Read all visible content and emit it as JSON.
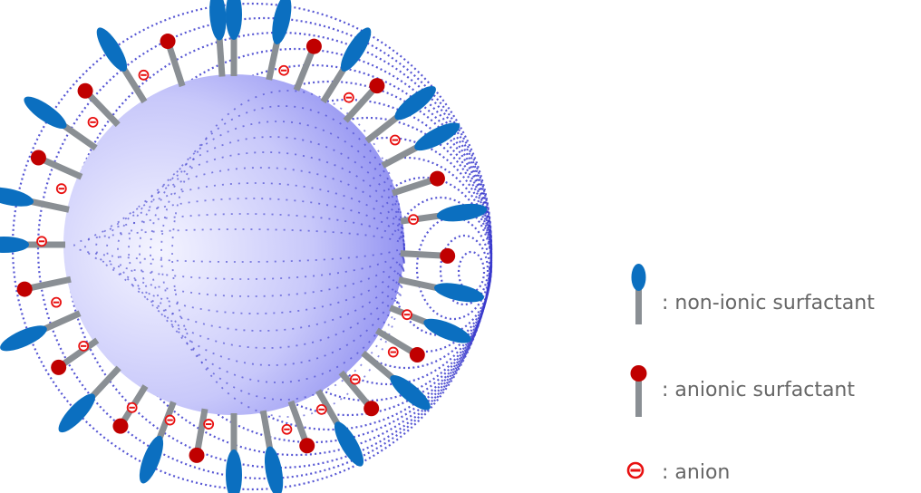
{
  "legend": {
    "nonionic_label": ": non-ionic surfactant",
    "anionic_label": ": anionic surfactant",
    "anion_label": ": anion"
  },
  "colors": {
    "nonionic_head": "#0b6fc0",
    "anionic_head": "#c00000",
    "tail": "#8a8f94",
    "anion_symbol": "#e81010",
    "core_light": "#f3f3ff",
    "core_dark": "#8c8cf0",
    "field_lines": "#3a3acc",
    "label_text": "#666666"
  },
  "icons": {
    "nonionic": "blue-ellipse-head-with-grey-tail",
    "anionic": "red-round-head-with-grey-tail",
    "anion": "circled-minus"
  }
}
